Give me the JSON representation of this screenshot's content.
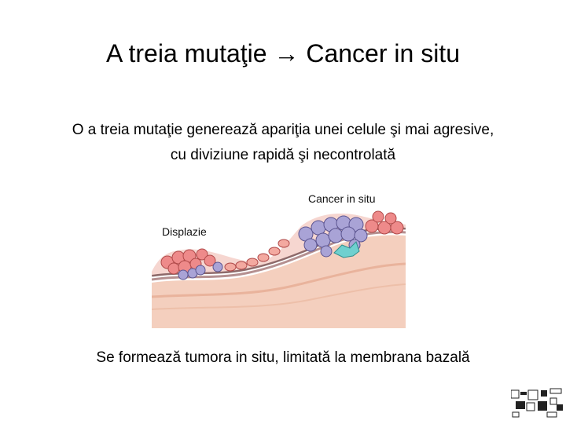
{
  "slide": {
    "title": "A treia mutaţie → Cancer in situ",
    "subtitle_line1": "O a treia mutaţie generează apariţia unei celule şi mai agresive,",
    "subtitle_line2": "cu diviziune rapidă şi necontrolată",
    "caption": "Se formează tumora in situ, limitată la membrana bazală"
  },
  "figure": {
    "label_cancer": "Cancer in situ",
    "label_displazie": "Displazie"
  },
  "colors": {
    "normal_cell": "#ee8a8a",
    "dysplastic_cell": "#a9a3d6",
    "invasive_cell": "#6fd0cf",
    "basement_membrane": "#8e6a6a",
    "stroma": "#f4cfbe"
  }
}
